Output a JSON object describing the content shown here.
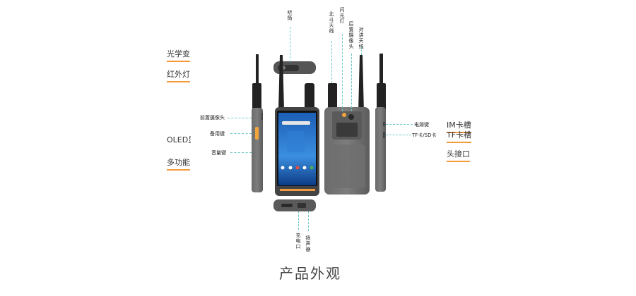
{
  "left_labels": [
    "光学变",
    "红外灯",
    "OLED显",
    "多功能"
  ],
  "right_labels": [
    "IM卡槽",
    "TF卡槽",
    "头接口"
  ],
  "callouts_left": [
    "前置摄像头",
    "备用键",
    "音量键"
  ],
  "callouts_right": [
    "电源键",
    "TF卡/SD卡"
  ],
  "callouts_top": [
    "听筒",
    "北斗天线",
    "闪光灯",
    "后置摄像头",
    "对讲天线"
  ],
  "callouts_bottom": [
    "充电口",
    "扬声器"
  ],
  "caption": "产品外观",
  "accent_color": "#f39a3d",
  "leader_color": "#6fc7c8"
}
